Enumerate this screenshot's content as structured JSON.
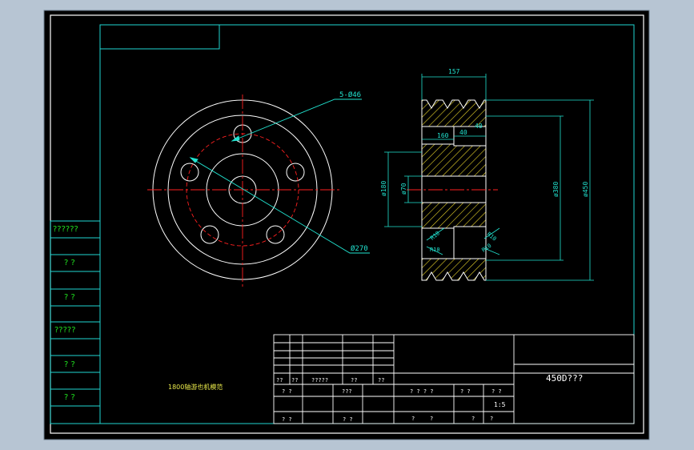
{
  "colors": {
    "background": "#b7c5d3",
    "sheet": "#000000",
    "border": "#ffffff",
    "frame": "#21d6d2",
    "dimension": "#21e3d0",
    "centerline": "#ff2020",
    "hatch": "#e6d22a",
    "text_green": "#1fe11f",
    "text_yellow": "#e8e84a"
  },
  "front_view": {
    "hole_callout": "5-Ø46",
    "pitch_circle": "Ø270"
  },
  "section_view": {
    "dim_top_width": "157",
    "dim_groove": "40",
    "dim_hub_width": "160",
    "dim_hub_step": "40",
    "dim_hub_dia": "ø180",
    "dim_bore_dia": "ø70",
    "dim_inner_dia": "ø380",
    "dim_outer_dia": "ø450",
    "radius_1": "R10",
    "radius_2": "R10",
    "radius_3": "R10",
    "radius_4": "R10"
  },
  "side_table": {
    "rows": [
      "??????",
      "? ?",
      "? ?",
      "?????",
      "? ?",
      "? ?"
    ]
  },
  "note": "1800轴游也机模范",
  "title_block": {
    "title": "450D???",
    "scale": "1:5",
    "rev_header": [
      "??",
      "??",
      "?????",
      "??",
      "??"
    ],
    "sign_1": "? ?",
    "sign_2": "???",
    "sign_3": "? ?",
    "sign_4": "? ?",
    "mid_1": "? ? ? ?",
    "mid_2": "? ?",
    "mid_3": "? ?",
    "mid_4": "?",
    "mid_5": "?",
    "mid_6": "?",
    "mid_7": "?"
  }
}
